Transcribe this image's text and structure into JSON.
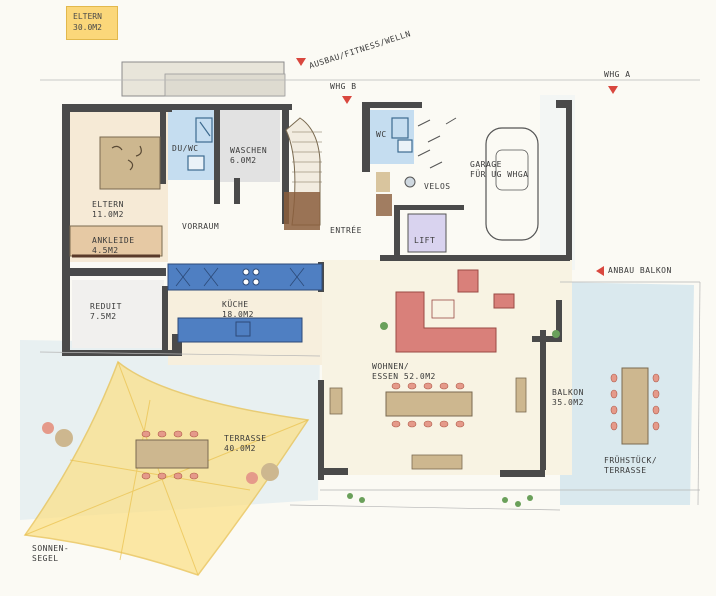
{
  "tag": {
    "line1": "ELTERN",
    "line2": "30.0M2"
  },
  "markers": {
    "ausbau": "AUSBAU/FITNESS/WELLN",
    "whg_b": "WHG B",
    "whg_a": "WHG A",
    "anbau_balkon": "ANBAU BALKON"
  },
  "rooms": {
    "eltern": {
      "name": "ELTERN",
      "area": "11.0M2"
    },
    "ankleide": {
      "name": "ANKLEIDE",
      "area": "4.5M2"
    },
    "du_wc": {
      "name": "DU/WC"
    },
    "waschen": {
      "name": "WASCHEN",
      "area": "6.0M2"
    },
    "vorraum": {
      "name": "VORRAUM"
    },
    "reduit": {
      "name": "REDUIT",
      "area": "7.5M2"
    },
    "kuche": {
      "name": "KÜCHE",
      "area": "18.0M2"
    },
    "entree": {
      "name": "ENTRÉE"
    },
    "wc": {
      "name": "WC"
    },
    "velos": {
      "name": "VELOS"
    },
    "lift": {
      "name": "LIFT"
    },
    "garage": {
      "name": "GARAGE",
      "sub": "FÜR UG WHGA"
    },
    "wohnen": {
      "name": "WOHNEN/",
      "name2": "ESSEN",
      "area": "52.0M2"
    },
    "terrasse": {
      "name": "TERRASSE",
      "area": "40.0M2"
    },
    "balkon": {
      "name": "BALKON",
      "area": "35.0M2"
    },
    "fruehstueck": {
      "name": "FRÜHSTÜCK/",
      "name2": "TERRASSE"
    },
    "sonnensegel": {
      "name": "SONNEN-",
      "name2": "SEGEL"
    }
  }
}
